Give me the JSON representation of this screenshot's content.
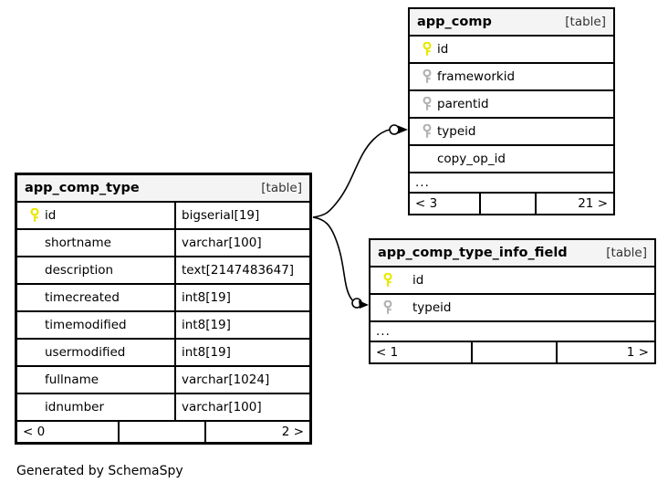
{
  "diagram": {
    "caption": "Generated by SchemaSpy",
    "kind_label": "[table]",
    "ellipsis": "...",
    "colors": {
      "primary_key": "#e8e800",
      "foreign_key": "#b3b3b3",
      "border": "#000000",
      "header_bg": "#f4f4f4",
      "background": "#ffffff"
    }
  },
  "tables": [
    {
      "id": "app_comp_type",
      "name": "app_comp_type",
      "kind": "[table]",
      "columns": [
        {
          "name": "id",
          "type": "bigserial[19]",
          "key": "primary"
        },
        {
          "name": "shortname",
          "type": "varchar[100]",
          "key": "none"
        },
        {
          "name": "description",
          "type": "text[2147483647]",
          "key": "none"
        },
        {
          "name": "timecreated",
          "type": "int8[19]",
          "key": "none"
        },
        {
          "name": "timemodified",
          "type": "int8[19]",
          "key": "none"
        },
        {
          "name": "usermodified",
          "type": "int8[19]",
          "key": "none"
        },
        {
          "name": "fullname",
          "type": "varchar[1024]",
          "key": "none"
        },
        {
          "name": "idnumber",
          "type": "varchar[100]",
          "key": "none"
        }
      ],
      "has_ellipsis_row": false,
      "footer": {
        "left": "< 0",
        "middle": "",
        "right": "2 >"
      }
    },
    {
      "id": "app_comp",
      "name": "app_comp",
      "kind": "[table]",
      "columns": [
        {
          "name": "id",
          "type": "",
          "key": "primary"
        },
        {
          "name": "frameworkid",
          "type": "",
          "key": "foreign"
        },
        {
          "name": "parentid",
          "type": "",
          "key": "foreign"
        },
        {
          "name": "typeid",
          "type": "",
          "key": "foreign"
        },
        {
          "name": "copy_op_id",
          "type": "",
          "key": "none"
        }
      ],
      "has_ellipsis_row": true,
      "footer": {
        "left": "< 3",
        "middle": "",
        "right": "21 >"
      }
    },
    {
      "id": "app_comp_type_info_field",
      "name": "app_comp_type_info_field",
      "kind": "[table]",
      "columns": [
        {
          "name": "id",
          "type": "",
          "key": "primary"
        },
        {
          "name": "typeid",
          "type": "",
          "key": "foreign"
        }
      ],
      "has_ellipsis_row": true,
      "footer": {
        "left": "< 1",
        "middle": "",
        "right": "1 >"
      }
    }
  ],
  "relationships": [
    {
      "from": "app_comp_type.id",
      "to": "app_comp.typeid",
      "cardinality": "zero-or-more"
    },
    {
      "from": "app_comp_type.id",
      "to": "app_comp_type_info_field.typeid",
      "cardinality": "zero-or-more"
    }
  ]
}
